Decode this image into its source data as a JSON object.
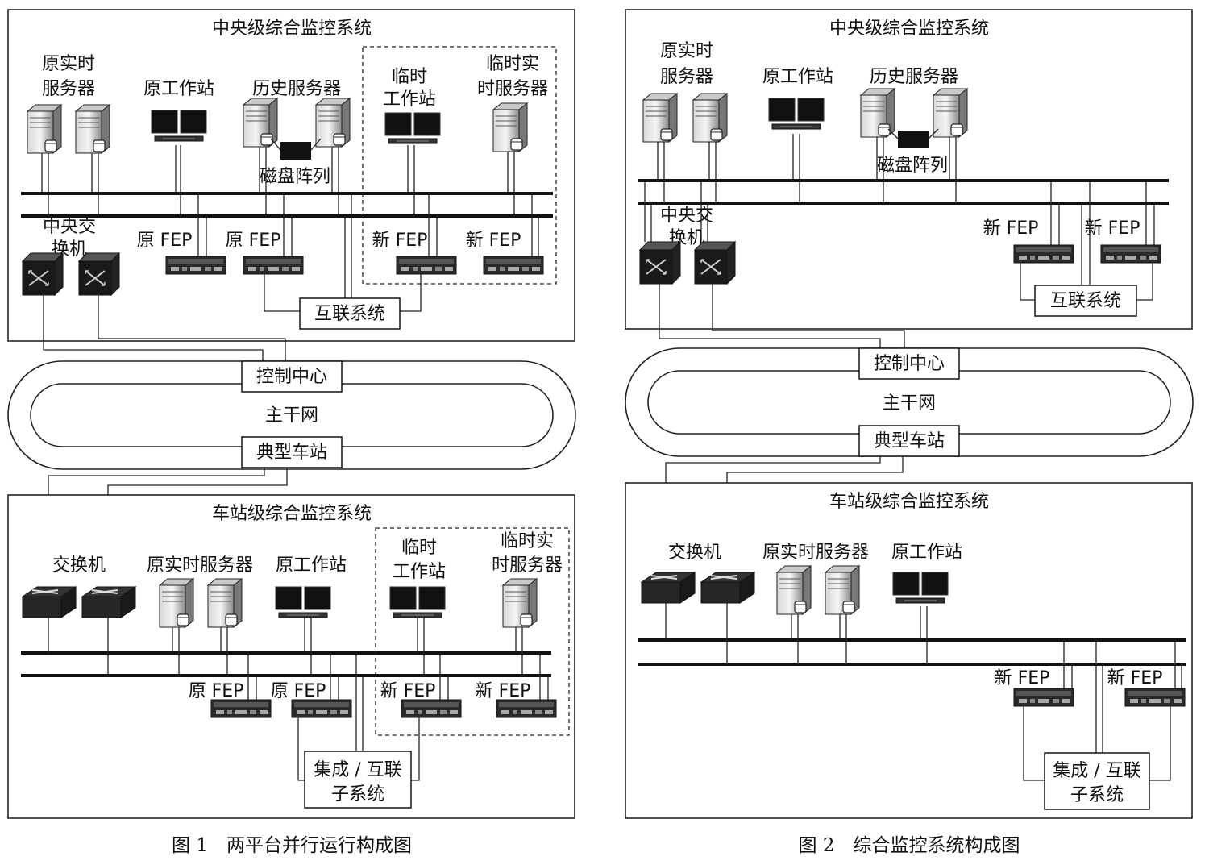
{
  "fig1": {
    "central_title": "中央级综合监控系统",
    "orig_rt_server": [
      "原实时",
      "服务器"
    ],
    "orig_workstation": "原工作站",
    "history_server": "历史服务器",
    "temp_workstation": [
      "临时",
      "工作站"
    ],
    "temp_rt_server": [
      "临时实",
      "时服务器"
    ],
    "disk_array": "磁盘阵列",
    "central_switch": [
      "中央交",
      "换机"
    ],
    "orig_fep_1": "原 FEP",
    "orig_fep_2": "原 FEP",
    "new_fep_1": "新 FEP",
    "new_fep_2": "新 FEP",
    "interconnect": "互联系统",
    "control_center": "控制中心",
    "backbone": "主干网",
    "typical_station": "典型车站",
    "station_title": "车站级综合监控系统",
    "st_switch": "交换机",
    "st_orig_rt_server": "原实时服务器",
    "st_orig_workstation": "原工作站",
    "st_temp_workstation": [
      "临时",
      "工作站"
    ],
    "st_temp_rt_server": [
      "临时实",
      "时服务器"
    ],
    "st_orig_fep_1": "原 FEP",
    "st_orig_fep_2": "原 FEP",
    "st_new_fep_1": "新 FEP",
    "st_new_fep_2": "新 FEP",
    "integration": [
      "集成 / 互联",
      "子系统"
    ],
    "caption": "图 1　两平台并行运行构成图"
  },
  "fig2": {
    "central_title": "中央级综合监控系统",
    "orig_rt_server": [
      "原实时",
      "服务器"
    ],
    "orig_workstation": "原工作站",
    "history_server": "历史服务器",
    "disk_array": "磁盘阵列",
    "central_switch": [
      "中央交",
      "换机"
    ],
    "new_fep_1": "新 FEP",
    "new_fep_2": "新 FEP",
    "interconnect": "互联系统",
    "control_center": "控制中心",
    "backbone": "主干网",
    "typical_station": "典型车站",
    "station_title": "车站级综合监控系统",
    "st_switch": "交换机",
    "st_orig_rt_server": "原实时服务器",
    "st_orig_workstation": "原工作站",
    "st_new_fep_1": "新 FEP",
    "st_new_fep_2": "新 FEP",
    "integration": [
      "集成 / 互联",
      "子系统"
    ],
    "caption": "图 2　综合监控系统构成图"
  }
}
